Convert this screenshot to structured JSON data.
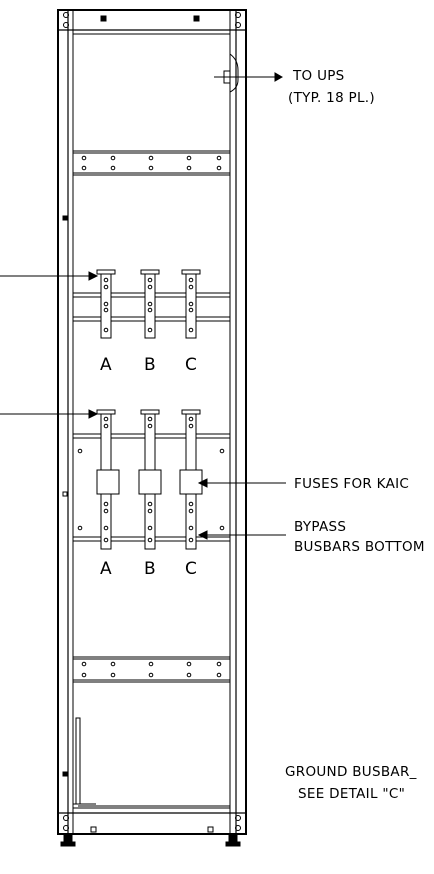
{
  "callouts": {
    "to_ups_line1": "TO UPS",
    "to_ups_line2": "(TYP. 18 PL.)",
    "fuses": "FUSES FOR KAIC",
    "bypass_line1": "BYPASS",
    "bypass_line2": "BUSBARS BOTTOM",
    "ground_line1": "GROUND BUSBAR_",
    "ground_line2": "SEE DETAIL \"C\""
  },
  "phase_labels": {
    "upper": [
      "A",
      "B",
      "C"
    ],
    "lower": [
      "A",
      "B",
      "C"
    ]
  },
  "colors": {
    "line": "#000000",
    "background": "#ffffff"
  }
}
